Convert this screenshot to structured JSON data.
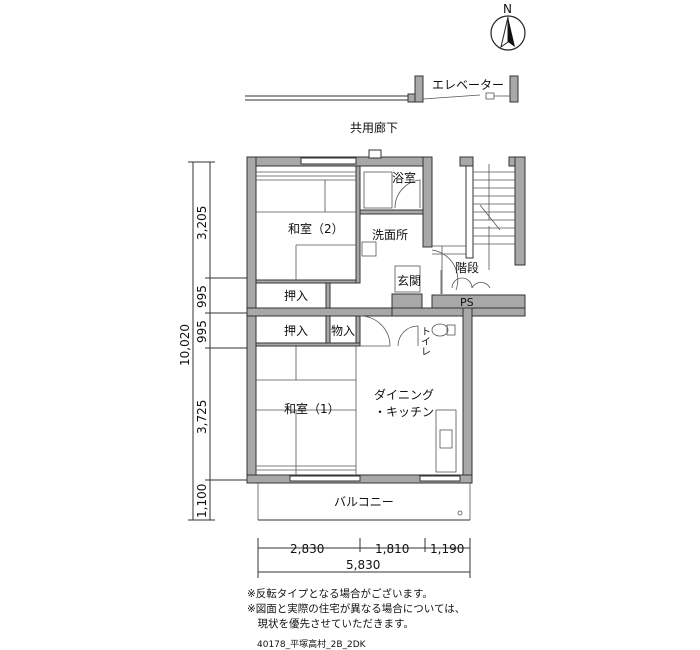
{
  "compass": {
    "label": "N"
  },
  "labels": {
    "elevator": "エレベーター",
    "corridor": "共用廊下",
    "bath": "浴室",
    "washroom": "洗面所",
    "japanese_room_2": "和室（2）",
    "japanese_room_1": "和室（1）",
    "closet_upper": "押入",
    "closet_lower": "押入",
    "storage": "物入",
    "entrance": "玄関",
    "stairs": "階段",
    "ps": "PS",
    "toilet": "トイレ",
    "dining_kitchen_1": "ダイニング",
    "dining_kitchen_2": "・キッチン",
    "balcony": "バルコニー"
  },
  "dimensions": {
    "vertical": [
      "3,205",
      "995",
      "995",
      "3,725",
      "1,100"
    ],
    "vertical_total": "10,020",
    "horizontal": [
      "2,830",
      "1,810",
      "1,190"
    ],
    "horizontal_total": "5,830"
  },
  "notes": [
    "※反転タイプとなる場合がございます。",
    "※図面と実際の住宅が異なる場合については、",
    "　現状を優先させていただきます。"
  ],
  "plan_id": "40178_平塚高村_2B_2DK"
}
